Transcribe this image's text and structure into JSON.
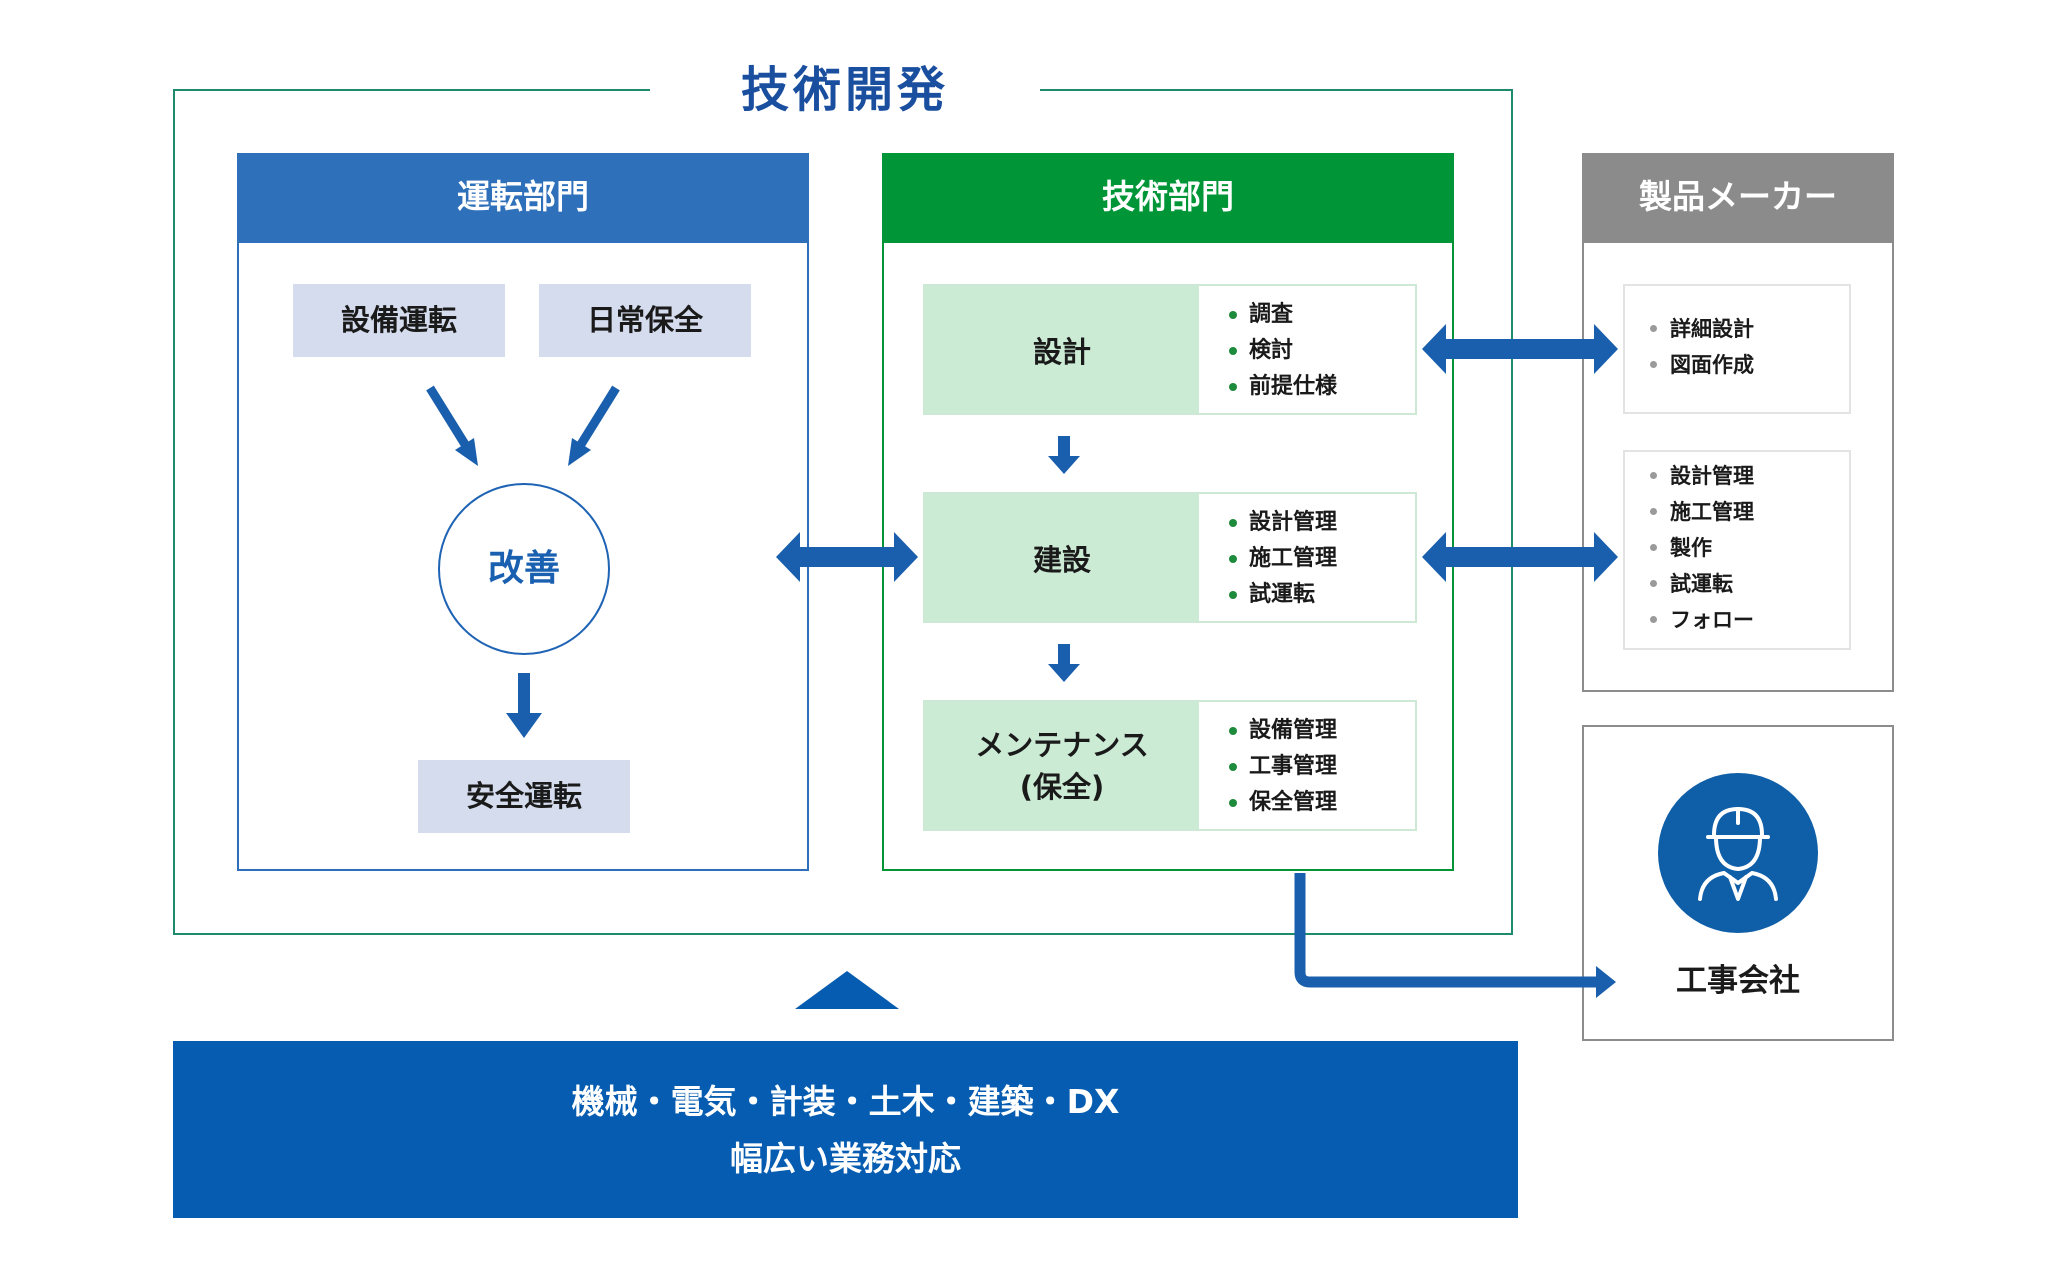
{
  "title": "技術開発",
  "operations": {
    "header": "運転部門",
    "inputs": [
      "設備運転",
      "日常保全"
    ],
    "center": "改善",
    "output": "安全運転"
  },
  "technical": {
    "header": "技術部門",
    "stages": [
      {
        "label": "設計",
        "items": [
          "調査",
          "検討",
          "前提仕様"
        ]
      },
      {
        "label": "建設",
        "items": [
          "設計管理",
          "施工管理",
          "試運転"
        ]
      },
      {
        "label_line1": "メンテナンス",
        "label_line2": "(保全)",
        "items": [
          "設備管理",
          "工事管理",
          "保全管理"
        ]
      }
    ]
  },
  "maker": {
    "header": "製品メーカー",
    "box1": [
      "詳細設計",
      "図面作成"
    ],
    "box2": [
      "設計管理",
      "施工管理",
      "製作",
      "試運転",
      "フォロー"
    ]
  },
  "contractor": {
    "label": "工事会社",
    "icon": "construction-worker-icon"
  },
  "bottom": {
    "line1": "機械・電気・計装・土木・建築・DX",
    "line2": "幅広い業務対応"
  },
  "colors": {
    "blue": "#055cb0",
    "operations_blue": "#2f70bb",
    "green": "#009637",
    "pale_green": "#ccebd5",
    "pale_blue": "#d5dcee",
    "gray": "#8b8b8b"
  }
}
